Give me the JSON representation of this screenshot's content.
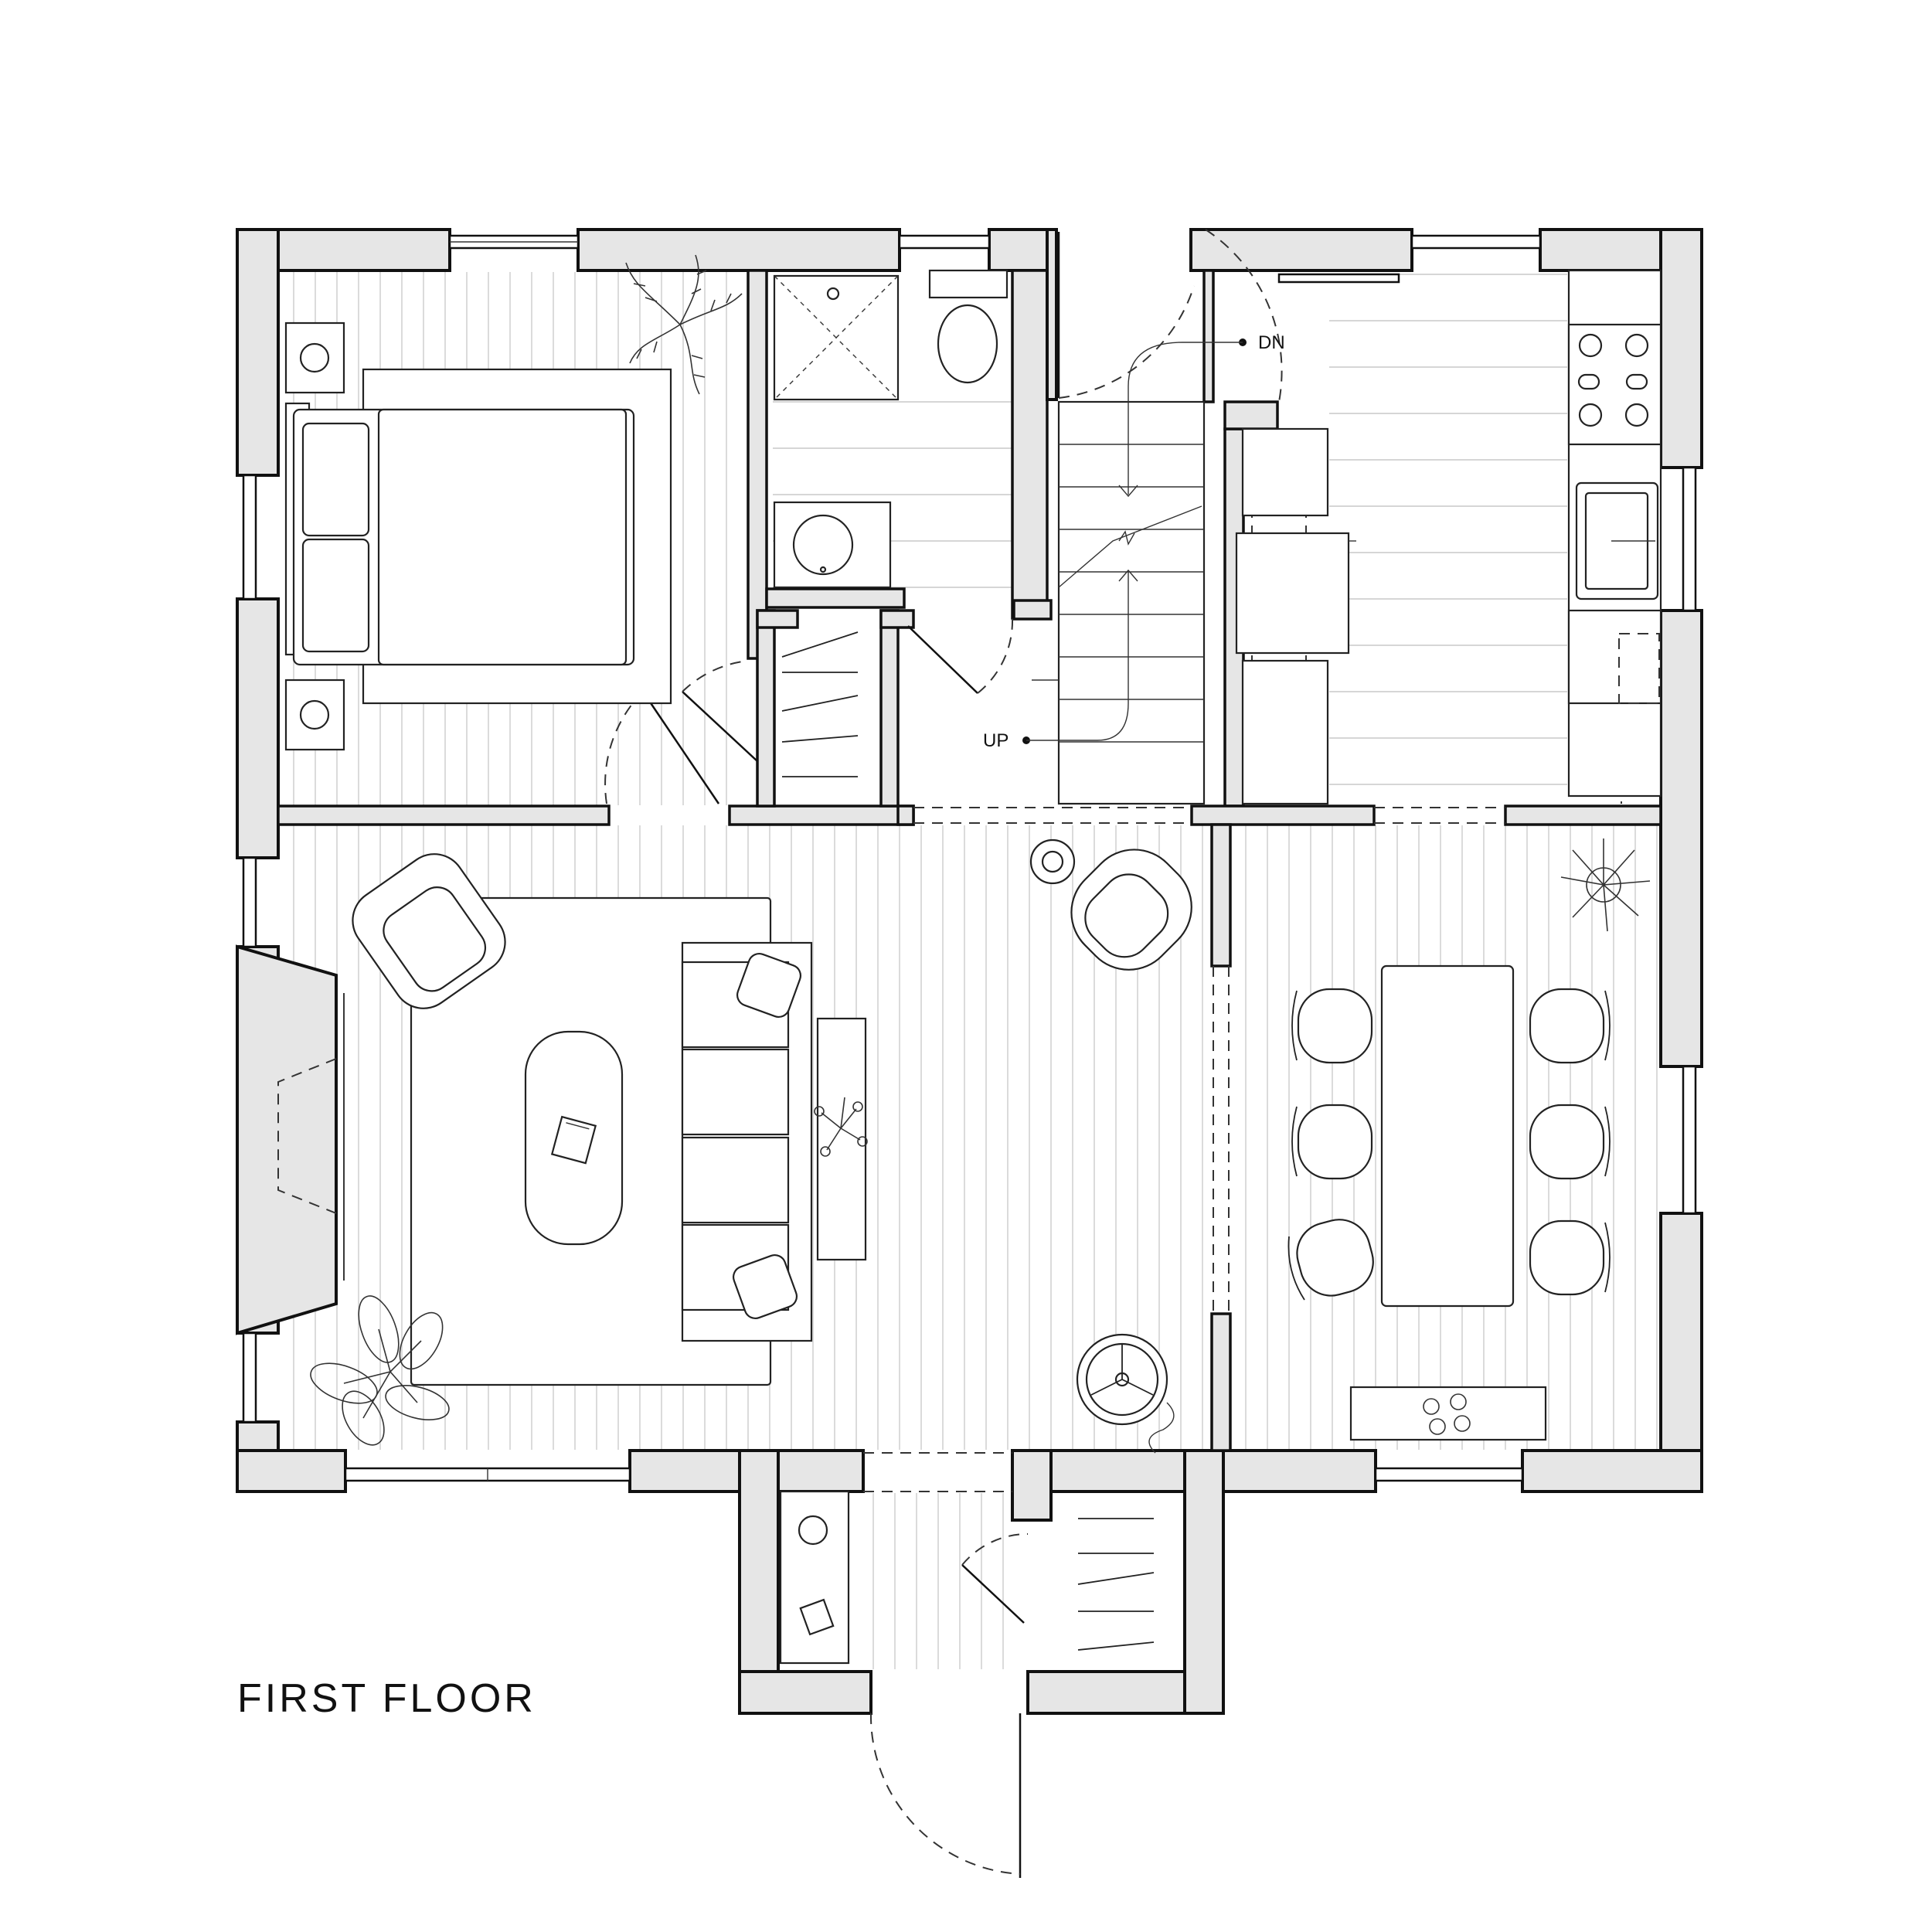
{
  "drawing": {
    "title": "FIRST FLOOR",
    "stair_down_label": "DN",
    "stair_up_label": "UP"
  },
  "rooms": [
    "bedroom",
    "bathroom",
    "bedroom-closet",
    "stair",
    "kitchen",
    "living-room",
    "dining-room",
    "entry",
    "entry-closet"
  ],
  "icons": [
    "plant-icon",
    "lamp-icon",
    "shower-icon",
    "toilet-icon",
    "sink-icon",
    "range-icon",
    "door-swing-icon",
    "book-icon"
  ],
  "colors": {
    "wall_fill": "#e6e6e6",
    "line": "#111111",
    "floor_lines": "#d2d2d2"
  }
}
